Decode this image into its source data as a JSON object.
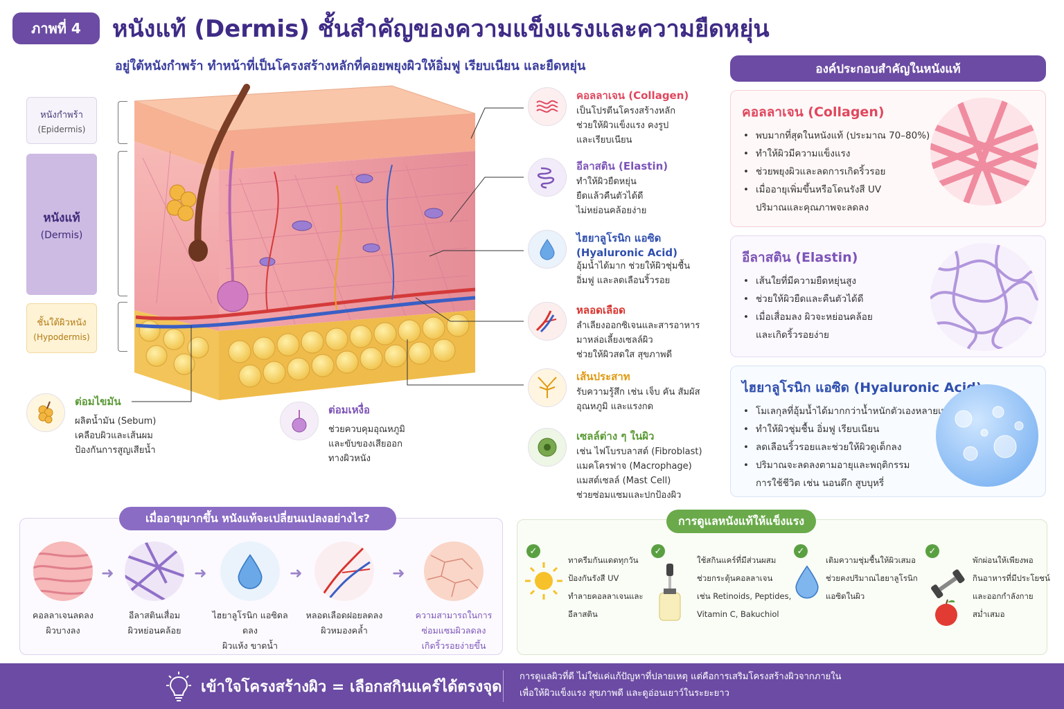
{
  "header": {
    "badge": "ภาพที่ 4",
    "title": "หนังแท้ (Dermis) ชั้นสำคัญของความแข็งแรงและความยืดหยุ่น",
    "subtitle": "อยู่ใต้หนังกำพร้า ทำหน้าที่เป็นโครงสร้างหลักที่คอยพยุงผิวให้อิ่มฟู เรียบเนียน และยืดหยุ่น"
  },
  "layers": {
    "epidermis": {
      "th": "หนังกำพร้า",
      "en": "(Epidermis)"
    },
    "dermis": {
      "th": "หนังแท้",
      "en": "(Dermis)"
    },
    "hypodermis": {
      "th": "ชั้นใต้ผิวหนัง",
      "en": "(Hypodermis)"
    }
  },
  "glands": {
    "sebaceous": {
      "title": "ต่อมไขมัน",
      "lines": [
        "ผลิตน้ำมัน (Sebum)",
        "เคลือบผิวและเส้นผม",
        "ป้องกันการสูญเสียน้ำ"
      ]
    },
    "sweat": {
      "title": "ต่อมเหงื่อ",
      "lines": [
        "ช่วยควบคุมอุณหภูมิ",
        "และขับของเสียออก",
        "ทางผิวหนัง"
      ]
    }
  },
  "callouts": [
    {
      "title": "คอลลาเจน (Collagen)",
      "color": "#e0475e",
      "icon": "collagen-icon",
      "lines": [
        "เป็นโปรตีนโครงสร้างหลัก",
        "ช่วยให้ผิวแข็งแรง คงรูป",
        "และเรียบเนียน"
      ]
    },
    {
      "title": "อีลาสติน (Elastin)",
      "color": "#7d54b8",
      "icon": "elastin-icon",
      "lines": [
        "ทำให้ผิวยืดหยุ่น",
        "ยืดแล้วคืนตัวได้ดี",
        "ไม่หย่อนคล้อยง่าย"
      ]
    },
    {
      "title": "ไฮยาลูโรนิก แอซิด",
      "title2": "(Hyaluronic Acid)",
      "color": "#2f4fae",
      "icon": "water-drop-icon",
      "lines": [
        "อุ้มน้ำได้มาก ช่วยให้ผิวชุ่มชื้น",
        "อิ่มฟู และลดเลือนริ้วรอย"
      ]
    },
    {
      "title": "หลอดเลือด",
      "color": "#d8332e",
      "icon": "blood-vessel-icon",
      "lines": [
        "ลำเลียงออกซิเจนและสารอาหาร",
        "มาหล่อเลี้ยงเซลล์ผิว",
        "ช่วยให้ผิวสดใส สุขภาพดี"
      ]
    },
    {
      "title": "เส้นประสาท",
      "color": "#e09a12",
      "icon": "nerve-icon",
      "lines": [
        "รับความรู้สึก เช่น เจ็บ คัน สัมผัส",
        "อุณหภูมิ และแรงกด"
      ]
    },
    {
      "title": "เซลล์ต่าง ๆ ในผิว",
      "color": "#5a9a35",
      "icon": "cell-icon",
      "lines": [
        "เช่น ไฟโบรบลาสต์ (Fibroblast)",
        "แมคโครฟาจ (Macrophage)",
        "แมสต์เซลล์ (Mast Cell)",
        "ช่วยซ่อมแซมและปกป้องผิว"
      ]
    }
  ],
  "components": {
    "header": "องค์ประกอบสำคัญในหนังแท้",
    "collagen": {
      "title": "คอลลาเจน (Collagen)",
      "items": [
        "พบมากที่สุดในหนังแท้ (ประมาณ 70–80%)",
        "ทำให้ผิวมีความแข็งแรง",
        "ช่วยพยุงผิวและลดการเกิดริ้วรอย",
        "เมื่ออายุเพิ่มขึ้นหรือโดนรังสี UV",
        "ปริมาณและคุณภาพจะลดลง"
      ]
    },
    "elastin": {
      "title": "อีลาสติน (Elastin)",
      "items": [
        "เส้นใยที่มีความยืดหยุ่นสูง",
        "ช่วยให้ผิวยืดและคืนตัวได้ดี",
        "เมื่อเสื่อมลง ผิวจะหย่อนคล้อย",
        "และเกิดริ้วรอยง่าย"
      ]
    },
    "hyaluronic": {
      "title": "ไฮยาลูโรนิก แอซิด (Hyaluronic Acid)",
      "items": [
        "โมเลกุลที่อุ้มน้ำได้มากกว่าน้ำหนักตัวเองหลายเท่า",
        "ทำให้ผิวชุ่มชื้น อิ่มฟู เรียบเนียน",
        "ลดเลือนริ้วรอยและช่วยให้ผิวดูเด็กลง",
        "ปริมาณจะลดลงตามอายุและพฤติกรรม",
        "การใช้ชีวิต เช่น นอนดึก สูบบุหรี่"
      ]
    }
  },
  "aging": {
    "title": "เมื่ออายุมากขึ้น หนังแท้จะเปลี่ยนแปลงอย่างไร?",
    "items": [
      {
        "l1": "คอลลาเจนลดลง",
        "l2": "ผิวบางลง"
      },
      {
        "l1": "อีลาสตินเสื่อม",
        "l2": "ผิวหย่อนคล้อย"
      },
      {
        "l1": "ไฮยาลูโรนิก แอซิดลดลง",
        "l2": "ผิวแห้ง ขาดน้ำ"
      },
      {
        "l1": "หลอดเลือดฝอยลดลง",
        "l2": "ผิวหมองคล้ำ"
      },
      {
        "l1": "ความสามารถในการ",
        "l2": "ซ่อมแซมผิวลดลง",
        "l3": "เกิดริ้วรอยง่ายขึ้น"
      }
    ]
  },
  "care": {
    "title": "การดูแลหนังแท้ให้แข็งแรง",
    "items": [
      {
        "icon": "sun-icon",
        "lines": [
          "ทาครีมกันแดดทุกวัน",
          "ป้องกันรังสี UV",
          "ทำลายคอลลาเจนและ",
          "อีลาสติน"
        ]
      },
      {
        "icon": "dropper-bottle-icon",
        "lines": [
          "ใช้สกินแคร์ที่มีส่วนผสม",
          "ช่วยกระตุ้นคอลลาเจน",
          "เช่น Retinoids, Peptides,",
          "Vitamin C, Bakuchiol"
        ]
      },
      {
        "icon": "water-drop-icon",
        "lines": [
          "เติมความชุ่มชื้นให้ผิวเสมอ",
          "ช่วยคงปริมาณไฮยาลูโรนิก",
          "แอซิดในผิว"
        ]
      },
      {
        "icon": "dumbbell-apple-icon",
        "lines": [
          "พักผ่อนให้เพียงพอ",
          "กินอาหารที่มีประโยชน์",
          "และออกกำลังกาย",
          "สม่ำเสมอ"
        ]
      }
    ]
  },
  "footer": {
    "main": "เข้าใจโครงสร้างผิว = เลือกสกินแคร์ได้ตรงจุด",
    "note1": "การดูแลผิวที่ดี ไม่ใช่แค่แก้ปัญหาที่ปลายเหตุ แต่คือการเสริมโครงสร้างผิวจากภายใน",
    "note2": "เพื่อให้ผิวแข็งแรง สุขภาพดี และดูอ่อนเยาว์ในระยะยาว"
  },
  "colors": {
    "brand": "#6b4ba3",
    "collagen": "#e0475e",
    "elastin": "#7d54b8",
    "hyaluronic": "#2f4fae",
    "care": "#5aa042"
  }
}
